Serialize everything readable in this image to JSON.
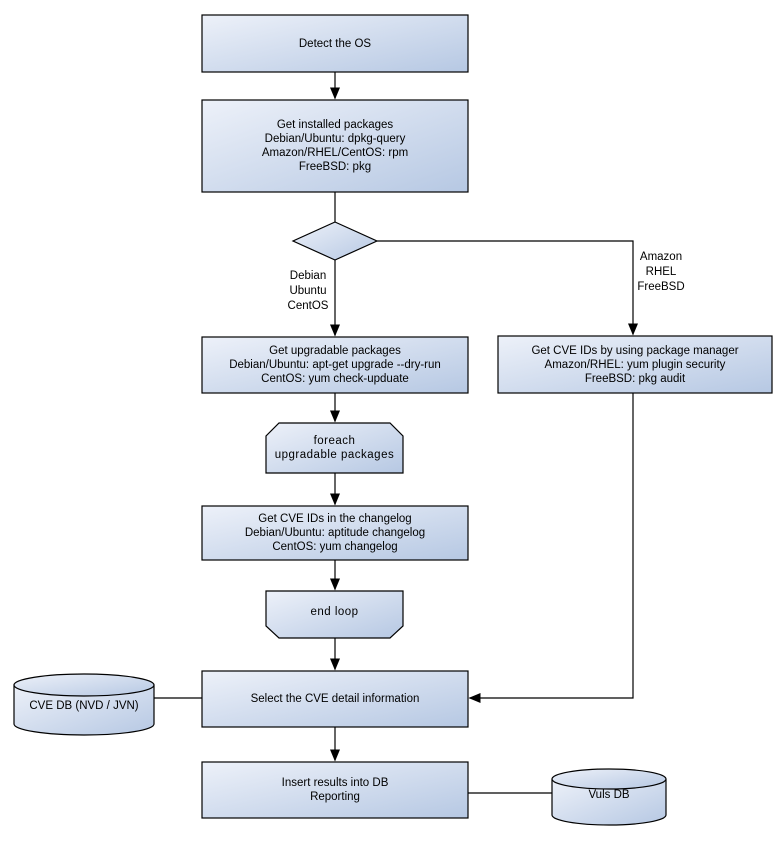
{
  "nodes": {
    "detect_os": {
      "label": "Detect the OS"
    },
    "get_installed_packages": {
      "lines": [
        "Get installed packages",
        "Debian/Ubuntu: dpkg-query",
        "Amazon/RHEL/CentOS: rpm",
        "FreeBSD: pkg"
      ]
    },
    "get_upgradable_packages": {
      "lines": [
        "Get upgradable packages",
        "Debian/Ubuntu: apt-get upgrade --dry-run",
        "CentOS: yum check-upduate"
      ]
    },
    "get_cve_ids_package_manager": {
      "lines": [
        "Get CVE IDs by using package manager",
        "Amazon/RHEL: yum plugin security",
        "FreeBSD: pkg audit"
      ]
    },
    "foreach_loop_start": {
      "lines": [
        "foreach",
        "upgradable packages"
      ]
    },
    "get_cve_ids_changelog": {
      "lines": [
        "Get CVE IDs in the changelog",
        "Debian/Ubuntu: aptitude changelog",
        "CentOS: yum changelog"
      ]
    },
    "end_loop": {
      "label": "end loop"
    },
    "select_cve_detail": {
      "label": "Select the CVE detail information"
    },
    "insert_results": {
      "lines": [
        "Insert results into DB",
        "Reporting"
      ]
    },
    "cve_db": {
      "label": "CVE DB (NVD / JVN)"
    },
    "vuls_db": {
      "label": "Vuls DB"
    }
  },
  "edge_labels": {
    "left_branch": {
      "lines": [
        "Debian",
        "Ubuntu",
        "CentOS"
      ]
    },
    "right_branch": {
      "lines": [
        "Amazon",
        "RHEL",
        "FreeBSD"
      ]
    }
  },
  "colors": {
    "node_fill_light": "#edf1f9",
    "node_fill_dark": "#b6c8e3",
    "node_border": "#000000",
    "connector": "#000000",
    "background": "#ffffff",
    "text": "#000000"
  }
}
